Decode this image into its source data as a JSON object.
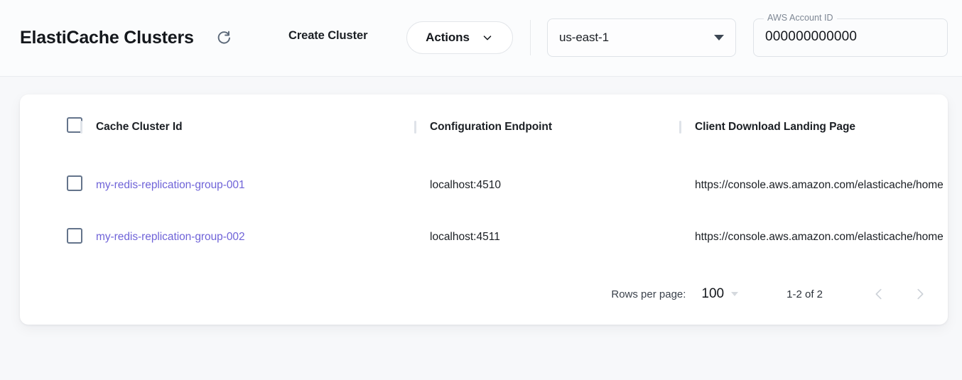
{
  "header": {
    "title": "ElastiCache Clusters",
    "refresh_icon": "refresh-icon",
    "create_cluster_label": "Create Cluster",
    "actions_label": "Actions",
    "actions_caret_icon": "chevron-down-icon",
    "region": {
      "value": "us-east-1",
      "caret_icon": "caret-down-icon"
    },
    "account": {
      "label": "AWS Account ID",
      "value": "000000000000"
    }
  },
  "table": {
    "columns": [
      {
        "key": "select",
        "label": ""
      },
      {
        "key": "cluster_id",
        "label": "Cache Cluster Id"
      },
      {
        "key": "config_endpoint",
        "label": "Configuration Endpoint"
      },
      {
        "key": "landing_page",
        "label": "Client Download Landing Page"
      }
    ],
    "rows": [
      {
        "cluster_id": "my-redis-replication-group-001",
        "config_endpoint": "localhost:4510",
        "landing_page": "https://console.aws.amazon.com/elasticache/home"
      },
      {
        "cluster_id": "my-redis-replication-group-002",
        "config_endpoint": "localhost:4511",
        "landing_page": "https://console.aws.amazon.com/elasticache/home"
      }
    ]
  },
  "pagination": {
    "rows_per_page_label": "Rows per page:",
    "rows_per_page_value": "100",
    "range_text": "1-2 of 2",
    "prev_icon": "chevron-left-icon",
    "next_icon": "chevron-right-icon"
  },
  "colors": {
    "link": "#6f63d8",
    "page_bg": "#f7f8fa",
    "card_bg": "#ffffff",
    "checkbox_border": "#64748b"
  }
}
